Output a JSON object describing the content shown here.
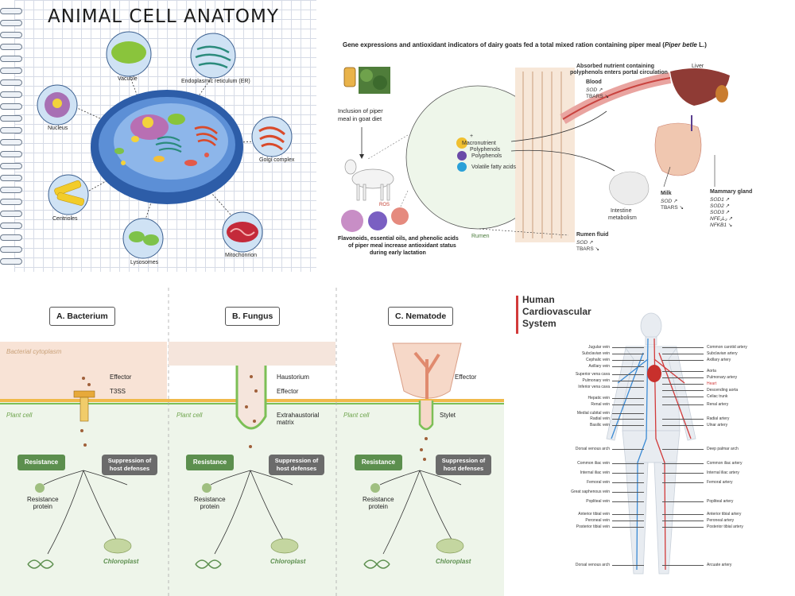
{
  "cell": {
    "title": "ANIMAL CELL ANATOMY",
    "labels": {
      "vacuole": "Vacuole",
      "er": "Endoplasmic reticulum (ER)",
      "nucleus": "Nucleus",
      "golgi": "Golgi complex",
      "centrioles": "Centrioles",
      "lysosomes": "Lysosomes",
      "mitochondrion": "Mitochonrion"
    }
  },
  "goat": {
    "title": "Gene expressions and antioxidant indicators of dairy goats fed a total mixed ration containing piper meal (",
    "title_italic": "Piper betle",
    "title_end": " L.)",
    "inclusion": "Inclusion of piper",
    "inclusion2": "meal in goat diet",
    "macronutrient": "Macronutrient",
    "plus": "+",
    "polyphenols": "Polyphenols",
    "polyphenols2": "Polyphenols",
    "vfa": "Volatile fatty acids",
    "ros": "ROS",
    "rumen": "Rumen",
    "flav1": "Flavonoids, essential oils, and phenolic acids",
    "flav2": "of piper meal increase antioxidant status",
    "flav3": "during early lactation",
    "absorbed1": "Absorbed nutrient containing",
    "absorbed2": "polyphenols enters portal circulation",
    "liver": "Liver",
    "blood": "Blood",
    "blood_sod": "SOD ↗",
    "blood_tbars": "TBARS ↘",
    "intestine1": "Intestine",
    "intestine2": "metabolism",
    "milk": "Milk",
    "milk_sod": "SOD ↗",
    "milk_tbars": "TBARS ↘",
    "mammary": "Mammary gland",
    "m_sod1": "SOD1 ↗",
    "m_sod2": "SOD2 ↗",
    "m_sod3": "SOD3 ↗",
    "m_nfe": "NFE₂L₂ ↗",
    "m_nfkb": "NFKB1 ↘",
    "rumenfluid": "Rumen fluid",
    "rf_sod": "SOD ↗",
    "rf_tbars": "TBARS ↘"
  },
  "plant": {
    "headers": [
      "A. Bacterium",
      "B. Fungus",
      "C. Nematode"
    ],
    "bact_cyto": "Bacterial cytoplasm",
    "plant_cell": "Plant cell",
    "effector": "Effector",
    "t3ss": "T3SS",
    "haustorium": "Haustorium",
    "extra1": "Extrahaustorial",
    "extra2": "matrix",
    "stylet": "Stylet",
    "resistance": "Resistance",
    "supp1": "Suppression of",
    "supp2": "host defenses",
    "resprot1": "Resistance",
    "resprot2": "protein",
    "chloroplast": "Chloroplast"
  },
  "cardio": {
    "title1": "Human",
    "title2": "Cardiovascular",
    "title3": "System",
    "left": [
      "Jugular vein",
      "Subclavian vein",
      "Cephalic vein",
      "Axillary vein",
      "Superior vena cava",
      "Pulmonary vein",
      "Inferior vena cava",
      "Hepatic vein",
      "Renal vein",
      "Medial cubital vein",
      "Radial vein",
      "Basilic vein",
      "Dorsal venous arch",
      "Common iliac vein",
      "Internal iliac vein",
      "Femoral vein",
      "Great saphenous vein",
      "Popliteal vein",
      "Anterior tibial vein",
      "Peroneal vein",
      "Posterior tibial vein",
      "Dorsal venous arch"
    ],
    "right": [
      "Common carotid artery",
      "Subclavian artery",
      "Axillary artery",
      "Aorta",
      "Pulmonary artery",
      "Heart",
      "Descending aorta",
      "Celiac trunk",
      "Renal artery",
      "Radial artery",
      "Ulnar artery",
      "Deep palmar arch",
      "Common iliac artery",
      "Internal iliac artery",
      "Femoral artery",
      "Popliteal artery",
      "Anterior tibial artery",
      "Peroneal artery",
      "Posterior tibial artery",
      "Arcuate artery"
    ],
    "accent": "#d23a3a"
  }
}
